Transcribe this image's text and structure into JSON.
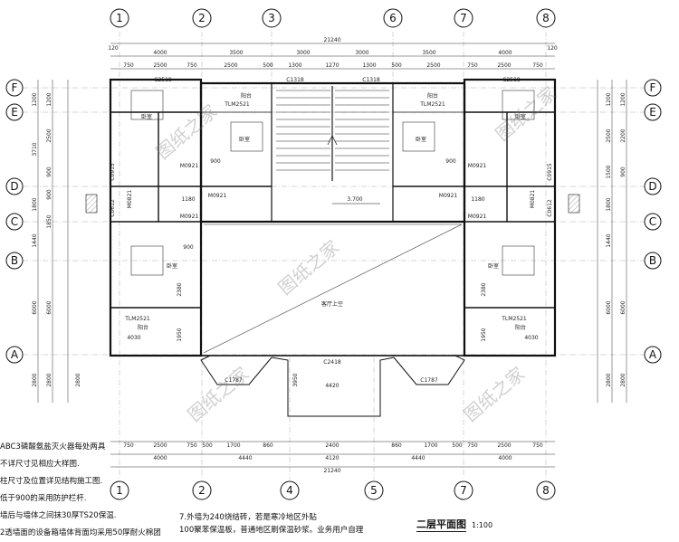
{
  "axes_top": [
    "1",
    "2",
    "3",
    "6",
    "7",
    "8"
  ],
  "axes_bottom": [
    "1",
    "2",
    "4",
    "5",
    "7",
    "8"
  ],
  "axes_rows": [
    "F",
    "E",
    "D",
    "C",
    "B",
    "A"
  ],
  "dims": {
    "overall": "21240",
    "top_row1": [
      "4000",
      "3500",
      "3000",
      "3000",
      "3500",
      "4000"
    ],
    "top_row2": [
      "750",
      "2500",
      "750",
      "2500",
      "500",
      "1300",
      "1270",
      "1300",
      "500",
      "2500",
      "750",
      "2500",
      "750"
    ],
    "top_edge": [
      "120",
      "120"
    ],
    "bottom_row1": [
      "750",
      "2500",
      "750",
      "500",
      "1700",
      "860",
      "2400",
      "860",
      "1700",
      "500",
      "750",
      "2500",
      "750"
    ],
    "bottom_row2": [
      "4000",
      "4440",
      "4120",
      "4440",
      "4000"
    ],
    "left_row1": [
      "1200",
      "3710",
      "1800",
      "1440",
      "6000",
      "2800"
    ],
    "left_row2": [
      "1200",
      "2500",
      "900",
      "900",
      "1850",
      "6000",
      "2800"
    ],
    "right_row1": [
      "1200",
      "2500",
      "1500",
      "1800",
      "1440",
      "6000",
      "2800"
    ],
    "right_row2": [
      "1200",
      "2200",
      "900",
      "6000",
      "2800"
    ],
    "interior": [
      "900",
      "1180",
      "900",
      "1180",
      "900",
      "2380",
      "2380",
      "4030",
      "4030",
      "1950",
      "1950",
      "2800",
      "4420",
      "3950"
    ]
  },
  "labels": {
    "balcony": "阳台",
    "bedroom": "卧室",
    "hall_void": "客厅上空",
    "elevation": "3.700",
    "c2518": "C2518",
    "c1318": "C1318",
    "c2418": "C2418",
    "c1787": "C1787",
    "tlm2521": "TLM2521",
    "m0921": "M0921",
    "m0821": "M0821",
    "c0915": "C0915",
    "c0612": "C0612"
  },
  "notes": [
    "ABC3磷酸氨盐灭火器每处两具",
    "不详尺寸见相应大样图.",
    "柱尺寸及位置详见结构施工图.",
    "低于900的采用防护栏杆.",
    "墙后与墙体之间抹30厚TS20保温.",
    "2透墙面的设备箱墙体背面均采用50厚耐火棉团"
  ],
  "note7": [
    "7.外墙为240烧结砖，若是寒冷地区外贴",
    "100聚苯保温板，普通地区刷保温砂浆。业务用户自理"
  ],
  "watermark": "图纸之家",
  "title": {
    "main": "二层平面图",
    "scale": "1:100"
  }
}
